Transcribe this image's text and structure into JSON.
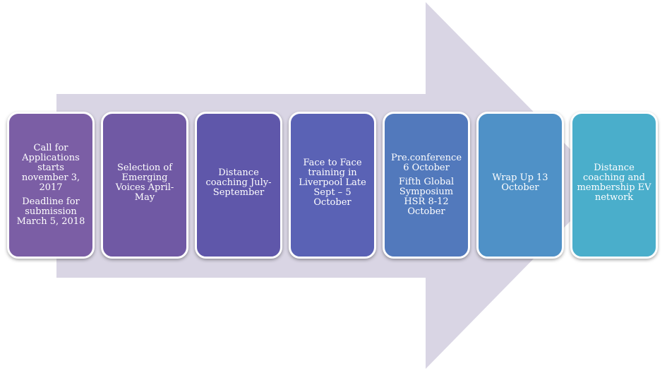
{
  "colors": {
    "arrow": "#d9d5e4",
    "steps": [
      "#7b5ea5",
      "#7059a4",
      "#5f57aa",
      "#5a62b5",
      "#5279bc",
      "#4f91c7",
      "#4aaecb"
    ]
  },
  "steps": [
    {
      "lines": [
        "Call for Applications starts november 3, 2017",
        "Deadline for submission March 5, 2018"
      ]
    },
    {
      "lines": [
        "Selection of Emerging Voices April-May",
        ""
      ]
    },
    {
      "lines": [
        "Distance coaching July-September",
        ""
      ]
    },
    {
      "lines": [
        "Face to Face training in Liverpool Late Sept – 5 October",
        ""
      ]
    },
    {
      "lines": [
        "Pre.conference 6 October",
        "Fifth Global Symposium HSR 8-12 October"
      ]
    },
    {
      "lines": [
        "Wrap Up 13 October",
        ""
      ]
    },
    {
      "lines": [
        "Distance coaching and membership EV network",
        ""
      ]
    }
  ]
}
